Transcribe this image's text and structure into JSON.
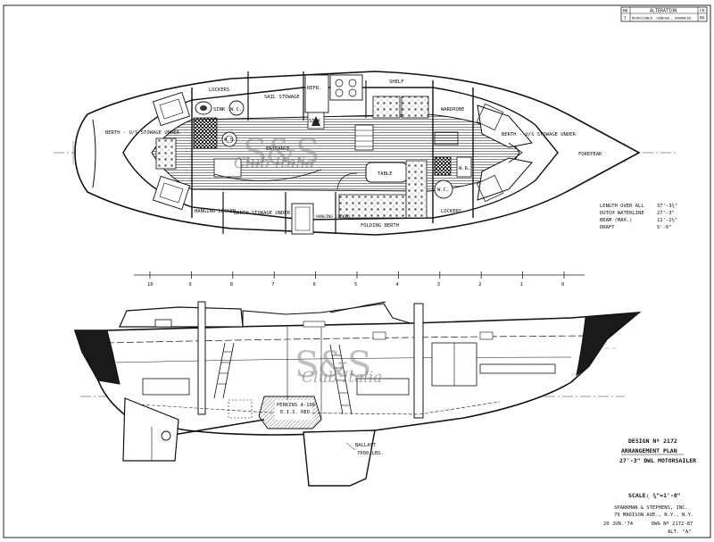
{
  "alteration_block": {
    "col_no": "NO",
    "col_alteration": "ALTERATION",
    "col_ch": "CH",
    "row_no": "1",
    "row_text": "REDESIGNED, GENERAL, ENHANCED",
    "row_ch": "BA"
  },
  "plan_labels": {
    "lockers_top": "LOCKERS",
    "sail_stowage": "SAIL STOWAGE",
    "refr": "REFR.",
    "shelf": "SHELF",
    "wardrobe": "WARDROBE",
    "sink": "SINK",
    "wc_top": "W.C.",
    "berth_port_aft": "BERTH - U/S STOWAGE UNDER",
    "ws": "W.S.",
    "sink_galley": "SINK",
    "entrance": "ENTRANCE",
    "table": "TABLE",
    "wr": "W.R.",
    "wc_fwd": "W.C.",
    "berth_fwd": "BERTH - U/S STOWAGE UNDER",
    "forepeak": "FOREPEAK",
    "hanging_locker": "HANGING LOCKER",
    "berth_stowage_under": "BERTH STOWAGE UNDER",
    "hanging_locker_2": "HANGING LOCKER",
    "folding_berth": "FOLDING BERTH",
    "lockers_fwd": "LOCKERS"
  },
  "dimensions": [
    {
      "label": "LENGTH OVER ALL",
      "value": "37'-3¾\""
    },
    {
      "label": "DUTCH WATERLINE",
      "value": "27'-3\""
    },
    {
      "label": "BEAM (MAX.)",
      "value": "11'-2½\""
    },
    {
      "label": "DRAFT",
      "value": "5'-6\""
    }
  ],
  "station_scale": [
    "10",
    "9",
    "8",
    "7",
    "6",
    "5",
    "4",
    "3",
    "2",
    "1",
    "0"
  ],
  "profile_labels": {
    "engine": "PERKINS 4-108",
    "engine_hp": "E.I.I. RED.",
    "ballast": "BALLAST",
    "ballast_weight": "7000 LBS."
  },
  "title_block": {
    "design_no": "DESIGN Nº 2172",
    "plan_name": "ARRANGEMENT PLAN",
    "vessel": "27'-3\" DWL MOTORSAILER",
    "scale": "SCALE: ¾\"=1'-0\"",
    "firm": "SPARKMAN & STEPHENS, INC.",
    "address": "79 MADISON AVE., N.Y., N.Y.",
    "date": "20 JUN.'74",
    "dwg_no": "DWG Nº 2172-87",
    "alt": "ALT. \"A\""
  },
  "watermark": {
    "logo": "S&S",
    "script": "Club Italia"
  },
  "colors": {
    "ink": "#111111",
    "paper": "#ffffff",
    "deck_hatch": "#555555",
    "watermark": "#8a8a8a"
  }
}
